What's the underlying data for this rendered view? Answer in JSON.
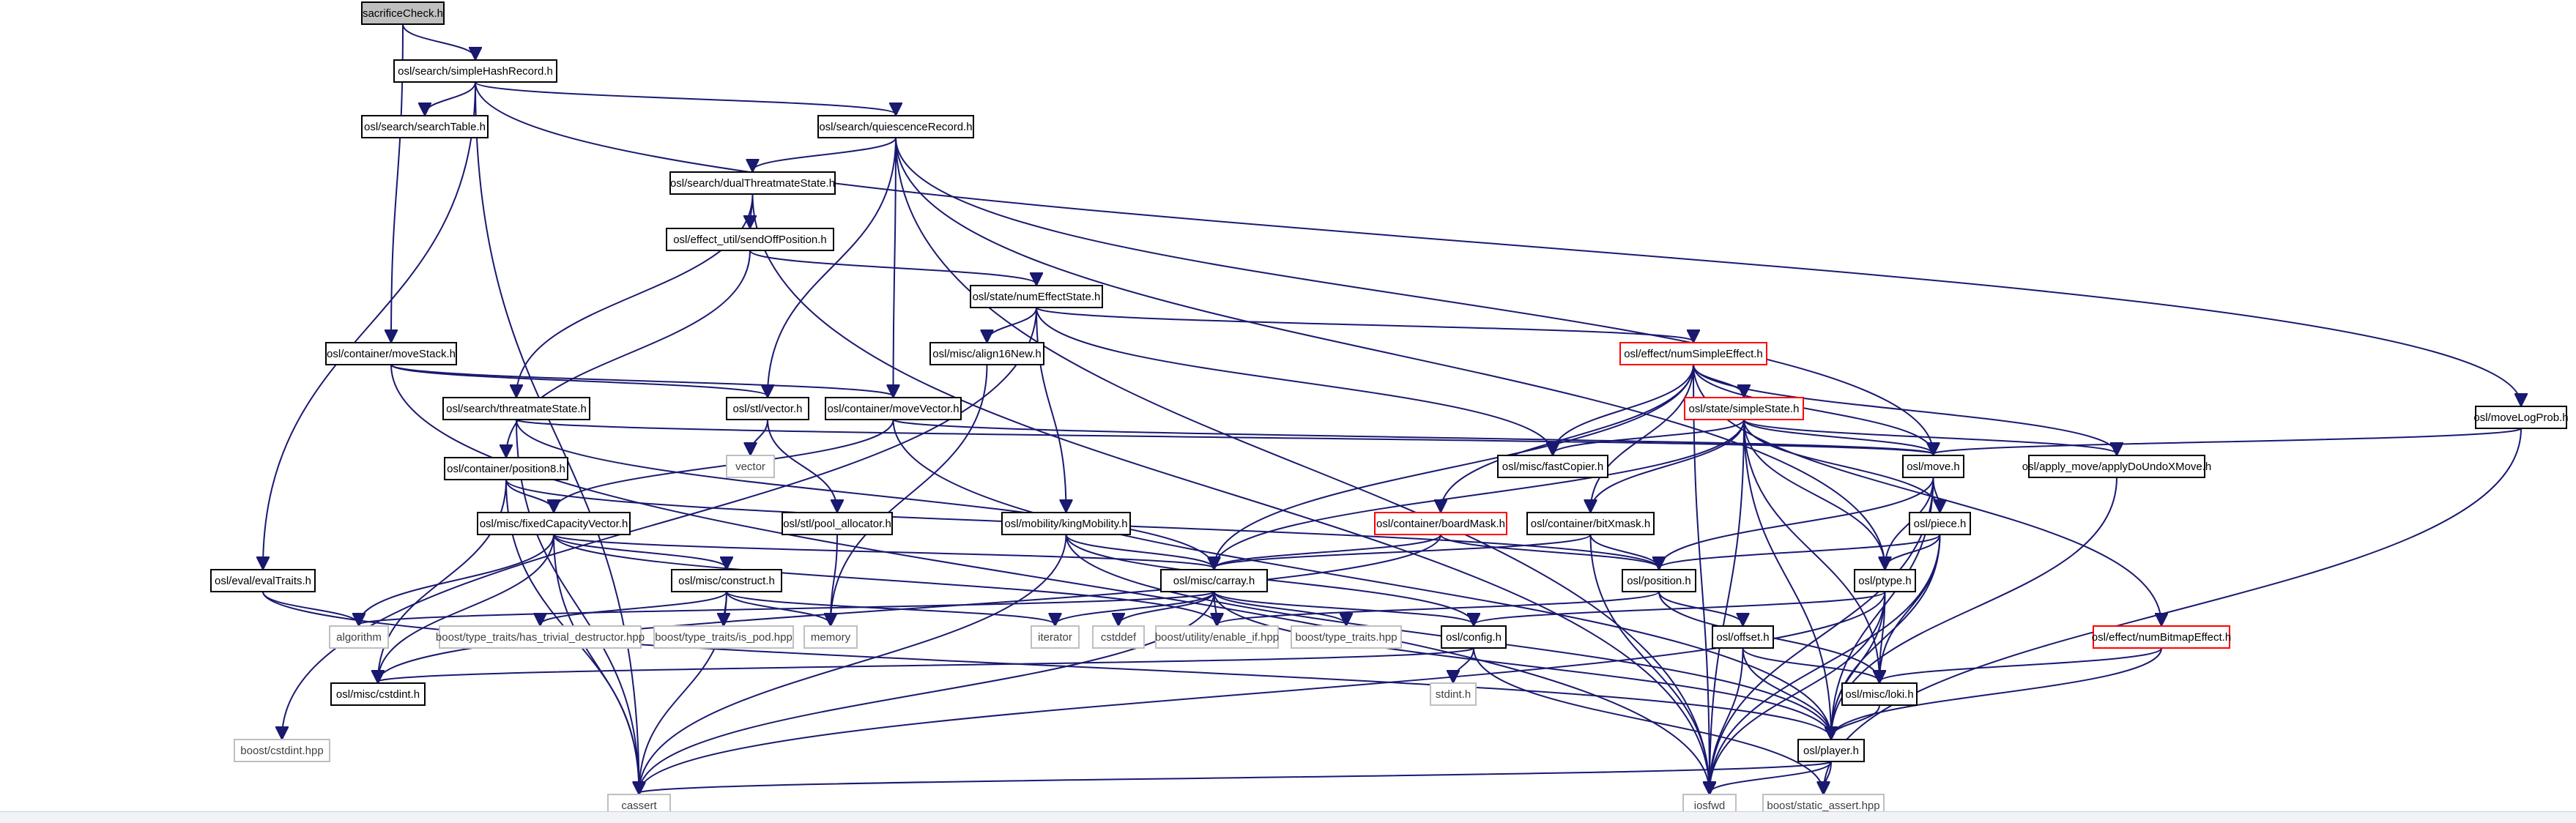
{
  "colors": {
    "edge": "#191970",
    "node_border": "#000000",
    "root_fill": "#bfbfbf",
    "red_border": "#ff0000",
    "external_border": "#bfbfbf",
    "external_text": "#404040",
    "text": "#000000"
  },
  "nodes": [
    {
      "id": "n0",
      "label": "sacrificeCheck.h",
      "kind": "root"
    },
    {
      "id": "n1",
      "label": "osl/search/simpleHashRecord.h",
      "kind": "normal"
    },
    {
      "id": "n2",
      "label": "osl/search/searchTable.h",
      "kind": "normal"
    },
    {
      "id": "n3",
      "label": "osl/search/quiescenceRecord.h",
      "kind": "normal"
    },
    {
      "id": "n4",
      "label": "osl/search/dualThreatmateState.h",
      "kind": "normal"
    },
    {
      "id": "n5",
      "label": "osl/effect_util/sendOffPosition.h",
      "kind": "normal"
    },
    {
      "id": "n6",
      "label": "osl/state/numEffectState.h",
      "kind": "normal"
    },
    {
      "id": "n7",
      "label": "osl/container/moveStack.h",
      "kind": "normal"
    },
    {
      "id": "n8",
      "label": "osl/misc/align16New.h",
      "kind": "normal"
    },
    {
      "id": "n9",
      "label": "osl/effect/numSimpleEffect.h",
      "kind": "red"
    },
    {
      "id": "n10",
      "label": "osl/search/threatmateState.h",
      "kind": "normal"
    },
    {
      "id": "n11",
      "label": "osl/stl/vector.h",
      "kind": "normal"
    },
    {
      "id": "n12",
      "label": "osl/container/moveVector.h",
      "kind": "normal"
    },
    {
      "id": "n13",
      "label": "osl/state/simpleState.h",
      "kind": "red"
    },
    {
      "id": "n14",
      "label": "osl/moveLogProb.h",
      "kind": "normal"
    },
    {
      "id": "n15",
      "label": "vector",
      "kind": "external"
    },
    {
      "id": "n16",
      "label": "osl/misc/fastCopier.h",
      "kind": "normal"
    },
    {
      "id": "n17",
      "label": "osl/move.h",
      "kind": "normal"
    },
    {
      "id": "n18",
      "label": "osl/apply_move/applyDoUndoXMove.h",
      "kind": "normal"
    },
    {
      "id": "n19",
      "label": "osl/container/position8.h",
      "kind": "normal"
    },
    {
      "id": "n20",
      "label": "osl/misc/fixedCapacityVector.h",
      "kind": "normal"
    },
    {
      "id": "n21",
      "label": "osl/stl/pool_allocator.h",
      "kind": "normal"
    },
    {
      "id": "n22",
      "label": "osl/mobility/kingMobility.h",
      "kind": "normal"
    },
    {
      "id": "n23",
      "label": "osl/container/boardMask.h",
      "kind": "red"
    },
    {
      "id": "n24",
      "label": "osl/container/bitXmask.h",
      "kind": "normal"
    },
    {
      "id": "n25",
      "label": "osl/piece.h",
      "kind": "normal"
    },
    {
      "id": "n26",
      "label": "osl/eval/evalTraits.h",
      "kind": "normal"
    },
    {
      "id": "n27",
      "label": "osl/misc/construct.h",
      "kind": "normal"
    },
    {
      "id": "n28",
      "label": "osl/misc/carray.h",
      "kind": "normal"
    },
    {
      "id": "n29",
      "label": "osl/position.h",
      "kind": "normal"
    },
    {
      "id": "n30",
      "label": "osl/ptype.h",
      "kind": "normal"
    },
    {
      "id": "n31",
      "label": "algorithm",
      "kind": "external"
    },
    {
      "id": "n32",
      "label": "boost/type_traits/has_trivial_destructor.hpp",
      "kind": "external"
    },
    {
      "id": "n33",
      "label": "boost/type_traits/is_pod.hpp",
      "kind": "external"
    },
    {
      "id": "n34",
      "label": "memory",
      "kind": "external"
    },
    {
      "id": "n35",
      "label": "iterator",
      "kind": "external"
    },
    {
      "id": "n36",
      "label": "cstddef",
      "kind": "external"
    },
    {
      "id": "n37",
      "label": "boost/utility/enable_if.hpp",
      "kind": "external"
    },
    {
      "id": "n38",
      "label": "boost/type_traits.hpp",
      "kind": "external"
    },
    {
      "id": "n39",
      "label": "osl/config.h",
      "kind": "normal"
    },
    {
      "id": "n40",
      "label": "osl/offset.h",
      "kind": "normal"
    },
    {
      "id": "n41",
      "label": "osl/effect/numBitmapEffect.h",
      "kind": "red"
    },
    {
      "id": "n42",
      "label": "osl/misc/cstdint.h",
      "kind": "normal"
    },
    {
      "id": "n43",
      "label": "stdint.h",
      "kind": "external"
    },
    {
      "id": "n44",
      "label": "osl/misc/loki.h",
      "kind": "normal"
    },
    {
      "id": "n45",
      "label": "boost/cstdint.hpp",
      "kind": "external"
    },
    {
      "id": "n46",
      "label": "osl/player.h",
      "kind": "normal"
    },
    {
      "id": "n47",
      "label": "cassert",
      "kind": "external"
    },
    {
      "id": "n48",
      "label": "iosfwd",
      "kind": "external"
    },
    {
      "id": "n49",
      "label": "boost/static_assert.hpp",
      "kind": "external"
    }
  ],
  "edges": [
    [
      "n0",
      "n1"
    ],
    [
      "n0",
      "n7"
    ],
    [
      "n1",
      "n2"
    ],
    [
      "n1",
      "n3"
    ],
    [
      "n1",
      "n14"
    ],
    [
      "n1",
      "n26"
    ],
    [
      "n1",
      "n47"
    ],
    [
      "n3",
      "n4"
    ],
    [
      "n3",
      "n12"
    ],
    [
      "n3",
      "n11"
    ],
    [
      "n3",
      "n17"
    ],
    [
      "n3",
      "n30"
    ],
    [
      "n3",
      "n48"
    ],
    [
      "n4",
      "n5"
    ],
    [
      "n4",
      "n10"
    ],
    [
      "n4",
      "n48"
    ],
    [
      "n5",
      "n6"
    ],
    [
      "n5",
      "n19"
    ],
    [
      "n6",
      "n8"
    ],
    [
      "n6",
      "n9"
    ],
    [
      "n6",
      "n22"
    ],
    [
      "n6",
      "n16"
    ],
    [
      "n6",
      "n45"
    ],
    [
      "n7",
      "n11"
    ],
    [
      "n7",
      "n12"
    ],
    [
      "n7",
      "n48"
    ],
    [
      "n8",
      "n34"
    ],
    [
      "n9",
      "n13"
    ],
    [
      "n9",
      "n16"
    ],
    [
      "n9",
      "n17"
    ],
    [
      "n9",
      "n18"
    ],
    [
      "n9",
      "n23"
    ],
    [
      "n9",
      "n24"
    ],
    [
      "n9",
      "n41"
    ],
    [
      "n9",
      "n28"
    ],
    [
      "n9",
      "n48"
    ],
    [
      "n10",
      "n17"
    ],
    [
      "n10",
      "n28"
    ],
    [
      "n10",
      "n47"
    ],
    [
      "n11",
      "n15"
    ],
    [
      "n11",
      "n21"
    ],
    [
      "n12",
      "n20"
    ],
    [
      "n12",
      "n17"
    ],
    [
      "n12",
      "n46"
    ],
    [
      "n13",
      "n16"
    ],
    [
      "n13",
      "n17"
    ],
    [
      "n13",
      "n18"
    ],
    [
      "n13",
      "n24"
    ],
    [
      "n13",
      "n25"
    ],
    [
      "n13",
      "n28"
    ],
    [
      "n13",
      "n30"
    ],
    [
      "n13",
      "n44"
    ],
    [
      "n13",
      "n46"
    ],
    [
      "n13",
      "n48"
    ],
    [
      "n14",
      "n17"
    ],
    [
      "n14",
      "n49"
    ],
    [
      "n17",
      "n25"
    ],
    [
      "n17",
      "n29"
    ],
    [
      "n17",
      "n30"
    ],
    [
      "n17",
      "n46"
    ],
    [
      "n17",
      "n48"
    ],
    [
      "n18",
      "n46"
    ],
    [
      "n19",
      "n20"
    ],
    [
      "n19",
      "n29"
    ],
    [
      "n19",
      "n42"
    ],
    [
      "n19",
      "n47"
    ],
    [
      "n20",
      "n27"
    ],
    [
      "n20",
      "n28"
    ],
    [
      "n20",
      "n31"
    ],
    [
      "n20",
      "n42"
    ],
    [
      "n20",
      "n37"
    ],
    [
      "n20",
      "n47"
    ],
    [
      "n21",
      "n34"
    ],
    [
      "n22",
      "n28"
    ],
    [
      "n22",
      "n39"
    ],
    [
      "n22",
      "n46"
    ],
    [
      "n22",
      "n47"
    ],
    [
      "n23",
      "n28"
    ],
    [
      "n23",
      "n29"
    ],
    [
      "n23",
      "n42"
    ],
    [
      "n24",
      "n28"
    ],
    [
      "n24",
      "n29"
    ],
    [
      "n24",
      "n48"
    ],
    [
      "n25",
      "n29"
    ],
    [
      "n25",
      "n30"
    ],
    [
      "n25",
      "n44"
    ],
    [
      "n25",
      "n46"
    ],
    [
      "n25",
      "n48"
    ],
    [
      "n26",
      "n31"
    ],
    [
      "n26",
      "n46"
    ],
    [
      "n27",
      "n32"
    ],
    [
      "n27",
      "n33"
    ],
    [
      "n27",
      "n34"
    ],
    [
      "n27",
      "n35"
    ],
    [
      "n27",
      "n47"
    ],
    [
      "n28",
      "n31"
    ],
    [
      "n28",
      "n35"
    ],
    [
      "n28",
      "n36"
    ],
    [
      "n28",
      "n37"
    ],
    [
      "n28",
      "n38"
    ],
    [
      "n28",
      "n39"
    ],
    [
      "n28",
      "n46"
    ],
    [
      "n28",
      "n47"
    ],
    [
      "n29",
      "n40"
    ],
    [
      "n29",
      "n44"
    ],
    [
      "n29",
      "n37"
    ],
    [
      "n30",
      "n39"
    ],
    [
      "n30",
      "n44"
    ],
    [
      "n30",
      "n46"
    ],
    [
      "n30",
      "n47"
    ],
    [
      "n30",
      "n48"
    ],
    [
      "n39",
      "n42"
    ],
    [
      "n39",
      "n43"
    ],
    [
      "n39",
      "n49"
    ],
    [
      "n40",
      "n44"
    ],
    [
      "n40",
      "n46"
    ],
    [
      "n40",
      "n48"
    ],
    [
      "n41",
      "n44"
    ],
    [
      "n41",
      "n46"
    ],
    [
      "n44",
      "n46"
    ],
    [
      "n46",
      "n47"
    ],
    [
      "n46",
      "n48"
    ],
    [
      "n46",
      "n49"
    ]
  ]
}
